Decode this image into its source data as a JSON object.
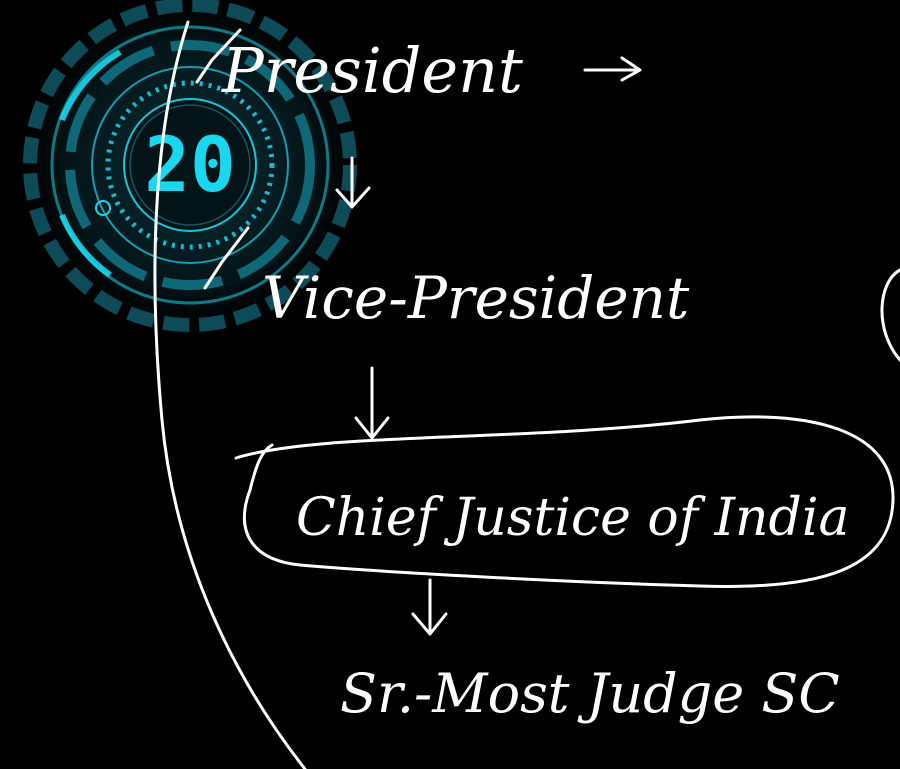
{
  "timer": {
    "value": "20",
    "accent_color": "#19d7ef",
    "icon": "countdown-timer-icon"
  },
  "hierarchy": {
    "nodes": [
      {
        "label": "President",
        "highlighted": false
      },
      {
        "label": "Vice-President",
        "highlighted": false
      },
      {
        "label": "Chief Justice of India",
        "highlighted": true
      },
      {
        "label": "Sr.-Most Judge SC",
        "highlighted": false
      }
    ],
    "edges": [
      {
        "from": 0,
        "to": 1
      },
      {
        "from": 1,
        "to": 2
      },
      {
        "from": 2,
        "to": 3
      }
    ]
  },
  "ink_color": "#ffffff",
  "background_color": "#000000"
}
